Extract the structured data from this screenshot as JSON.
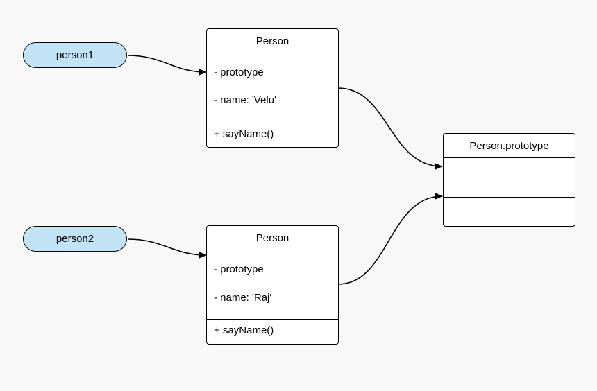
{
  "objects": [
    {
      "id": "person1",
      "label": "person1"
    },
    {
      "id": "person2",
      "label": "person2"
    }
  ],
  "classes": [
    {
      "id": "person-class-1",
      "title": "Person",
      "attributes": [
        "- prototype",
        "- name: 'Velu'"
      ],
      "methods": [
        "+ sayName()"
      ]
    },
    {
      "id": "person-class-2",
      "title": "Person",
      "attributes": [
        "- prototype",
        "- name: 'Raj'"
      ],
      "methods": [
        "+ sayName()"
      ]
    }
  ],
  "prototype_box": {
    "title": "Person.prototype",
    "attributes": [],
    "methods": []
  },
  "colors": {
    "background": "#f8f8f8",
    "object_fill": "#c2e2f5",
    "box_fill": "#ffffff",
    "stroke": "#000000"
  }
}
